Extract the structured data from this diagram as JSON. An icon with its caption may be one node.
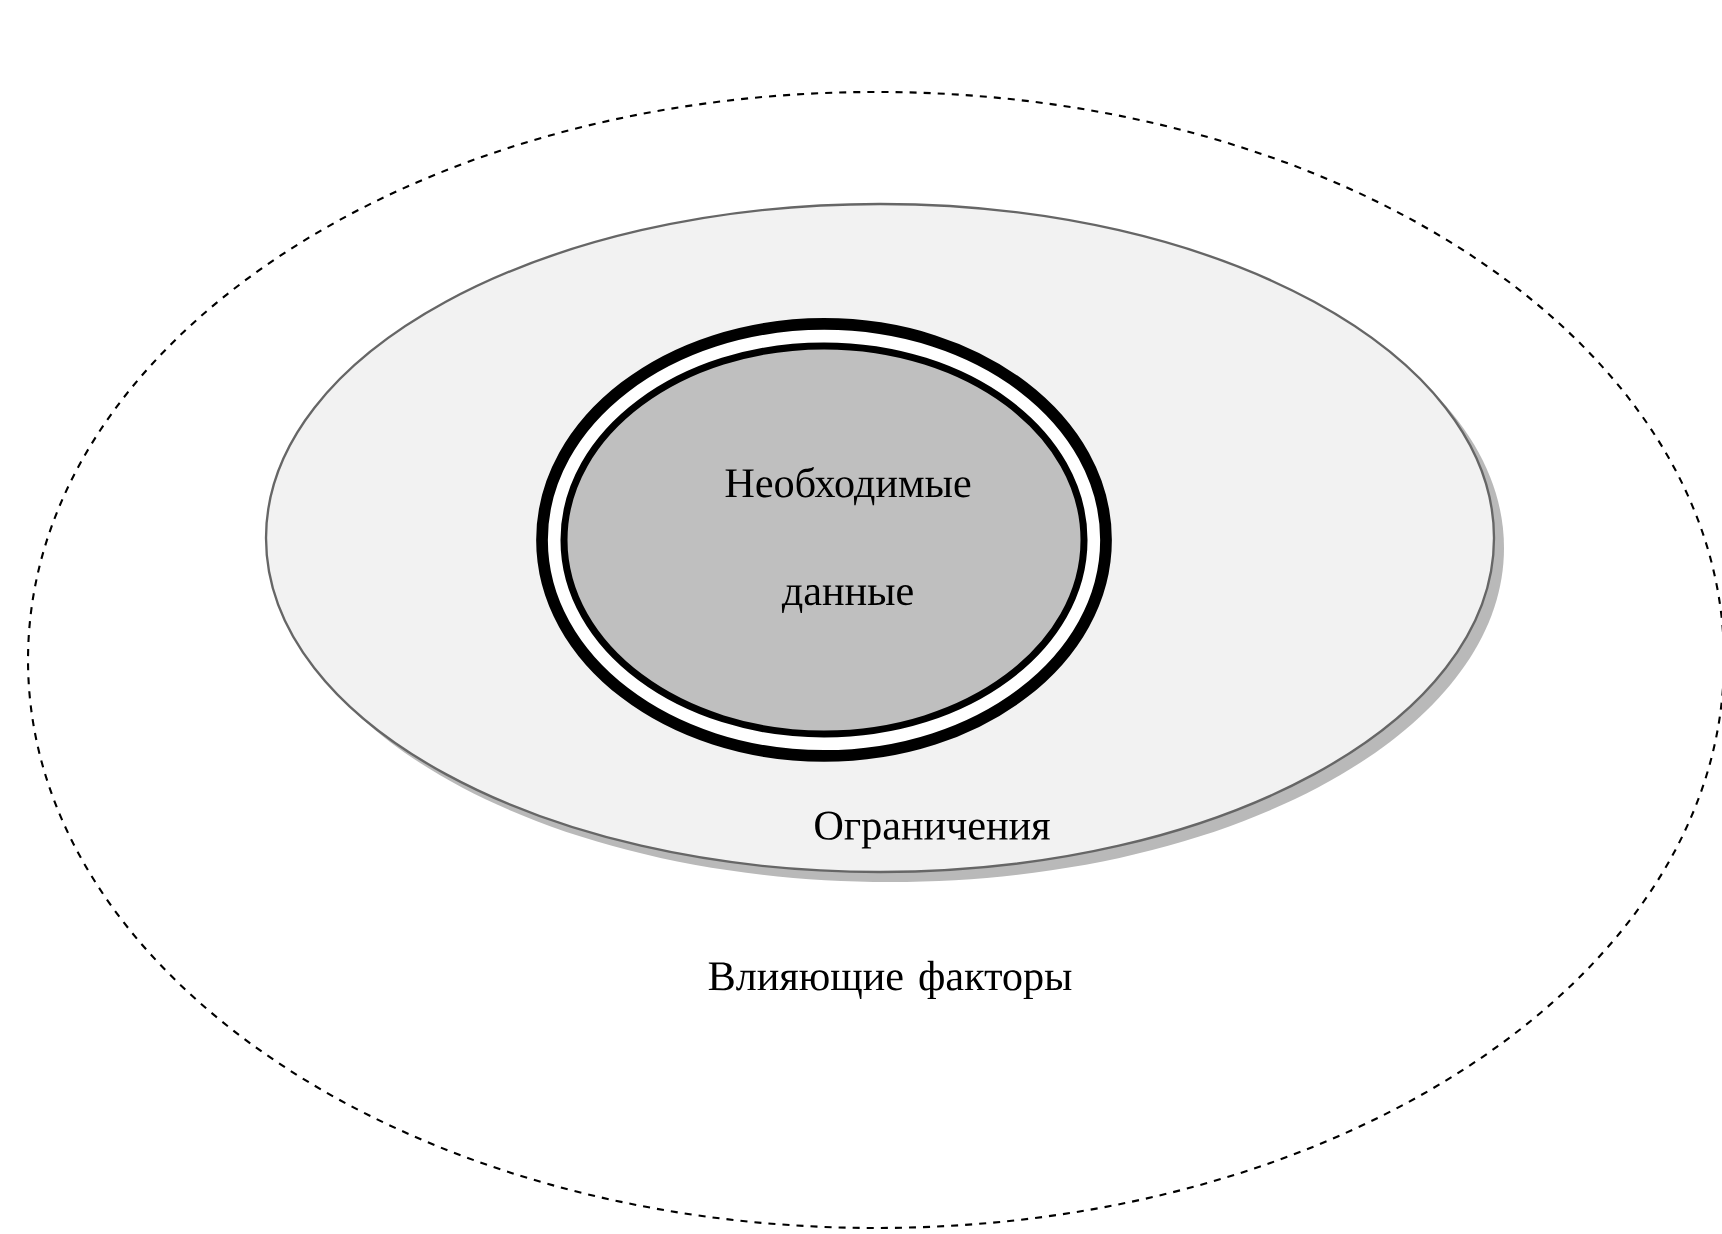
{
  "diagram": {
    "nodes": [
      {
        "text": [
          "Влияющие факторы"
        ]
      },
      {
        "text": [
          "Ограничения"
        ],
        "in": 0
      },
      {
        "text": [
          "Необходимые данные"
        ],
        "in": 1
      }
    ]
  }
}
